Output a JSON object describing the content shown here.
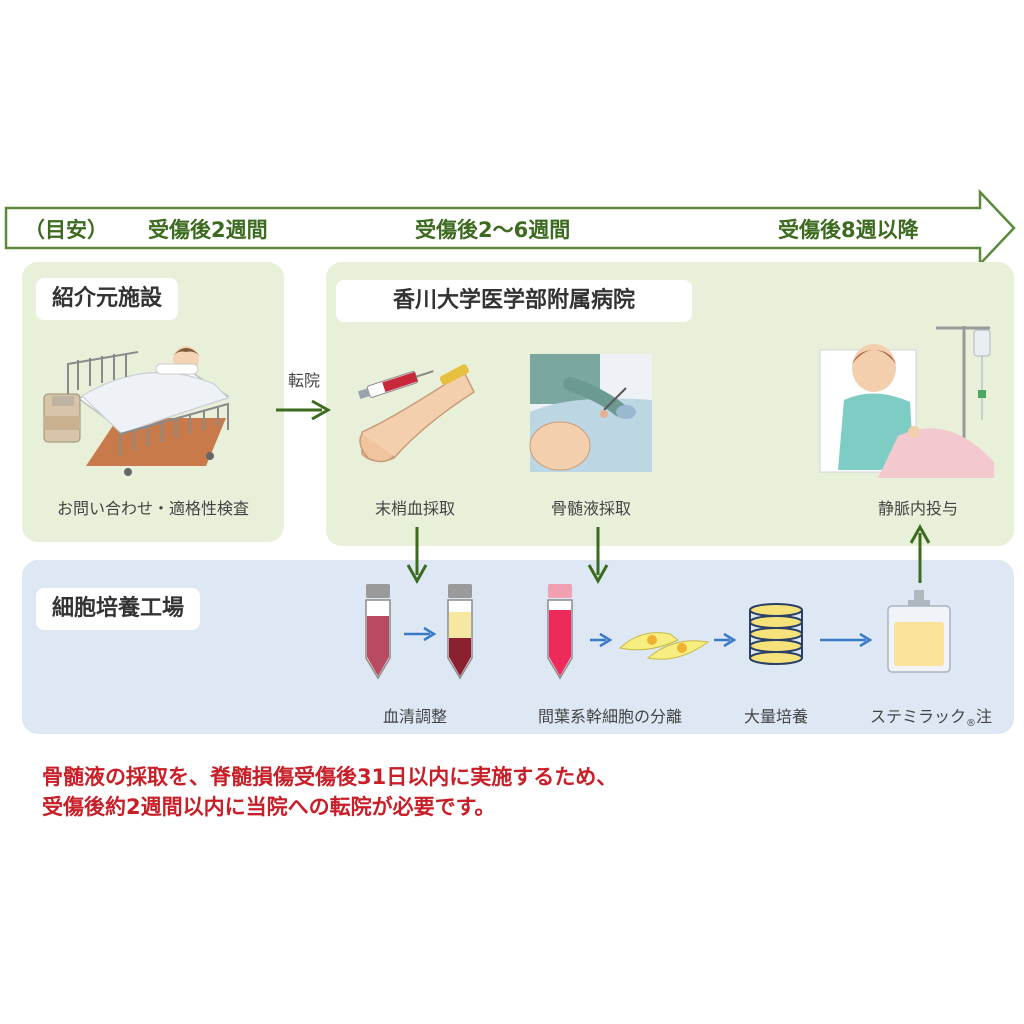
{
  "timeline": {
    "label": "（目安）",
    "stages": [
      "受傷後2週間",
      "受傷後2〜6週間",
      "受傷後8週以降"
    ]
  },
  "referral": {
    "title": "紹介元施設",
    "caption": "お問い合わせ・適格性検査"
  },
  "transfer_label": "転院",
  "hospital": {
    "title": "香川大学医学部附属病院",
    "steps": [
      "末梢血採取",
      "骨髄液採取",
      "静脈内投与"
    ]
  },
  "factory": {
    "title": "細胞培養工場",
    "steps": [
      "血清調整",
      "間葉系幹細胞の分離",
      "大量培養"
    ],
    "product": {
      "name": "ステミラック",
      "reg_mark": "®",
      "suffix": "注"
    }
  },
  "notes": [
    "骨髄液の採取を、脊髄損傷受傷後31日以内に実施するため、",
    "受傷後約2週間以内に当院への転院が必要です。"
  ],
  "colors": {
    "timeline_text": "#3c6a1e",
    "green_arrow": "#3c6a1e",
    "blue_arrow": "#3a7bc8",
    "note_text": "#c81e28",
    "green_panel": "#e8f0da",
    "blue_panel": "#dde8f4"
  }
}
